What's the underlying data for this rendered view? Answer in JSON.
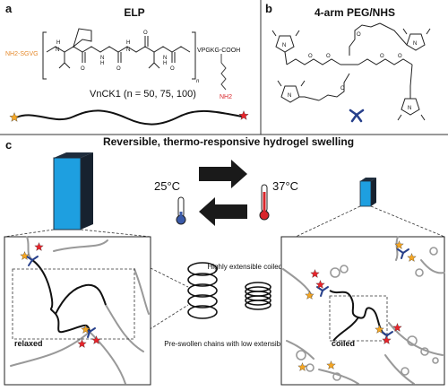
{
  "panels": {
    "a": {
      "letter": "a",
      "title": "ELP",
      "n_terminus": "NH2-SGVG",
      "c_terminus": "VPGKG-COOH",
      "subscript_n": "n",
      "side_amine": "NH2",
      "construct_label": "VnCK1 (n = 50, 75, 100)"
    },
    "b": {
      "letter": "b",
      "title": "4-arm PEG/NHS"
    },
    "c": {
      "letter": "c",
      "title": "Reversible, thermo-responsive hydrogel swelling",
      "temp_low": "25°C",
      "temp_high": "37°C",
      "label_relaxed": "relaxed",
      "label_coiled": "coiled",
      "label_extensible": "Highly extensible coiled chains",
      "label_preswollen": "Pre-swollen chains with low extensibility"
    }
  },
  "colors": {
    "star_red": "#e8232a",
    "star_orange": "#f5a623",
    "crosslinker_blue": "#27408b",
    "gel_blue": "#1e9fe0",
    "gel_dark": "#1f2d3d",
    "therm_cold": "#3a5aa8",
    "therm_hot": "#d8262b",
    "amine_orange": "#e58a2c",
    "amine_red": "#d9262b"
  },
  "icons": [
    "star-icon",
    "thermometer-icon",
    "arrow-right-icon",
    "arrow-left-icon",
    "crosslinker-icon"
  ]
}
